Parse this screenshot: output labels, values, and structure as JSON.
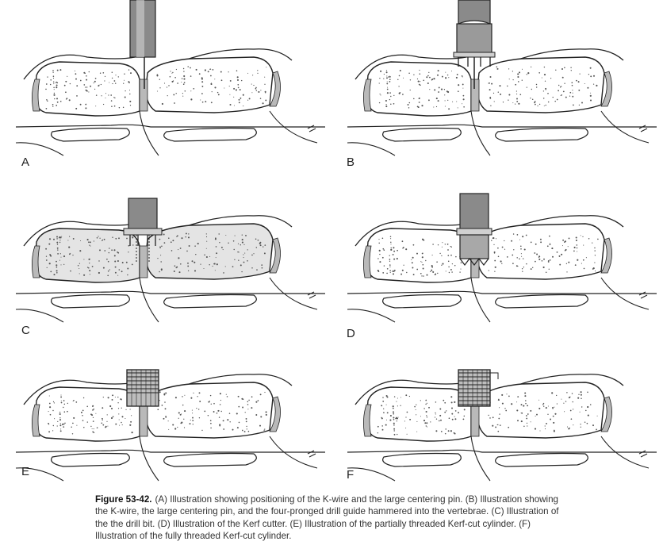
{
  "panels": [
    {
      "letter": "A",
      "tool": "k-wire-pin"
    },
    {
      "letter": "B",
      "tool": "drill-guide"
    },
    {
      "letter": "C",
      "tool": "drill-bit"
    },
    {
      "letter": "D",
      "tool": "kerf-cutter"
    },
    {
      "letter": "E",
      "tool": "partial-thread-cylinder"
    },
    {
      "letter": "F",
      "tool": "full-thread-cylinder"
    }
  ],
  "caption": {
    "label": "Figure 53-42.",
    "text": "(A) Illustration showing positioning of the K-wire and the large centering pin. (B) Illustration showing the K-wire, the large centering pin, and the four-pronged drill guide hammered into the vertebrae. (C) Illustration of the the drill bit. (D) Illustration of the Kerf cutter. (E) Illustration of the partially threaded Kerf-cut cylinder. (F) Illustration of the fully threaded Kerf-cut cylinder."
  },
  "colors": {
    "ink": "#222222",
    "cartilage": "#b9b9b9",
    "bone_shade": "#e4e4e4",
    "instrument": "#8a8a8a"
  }
}
